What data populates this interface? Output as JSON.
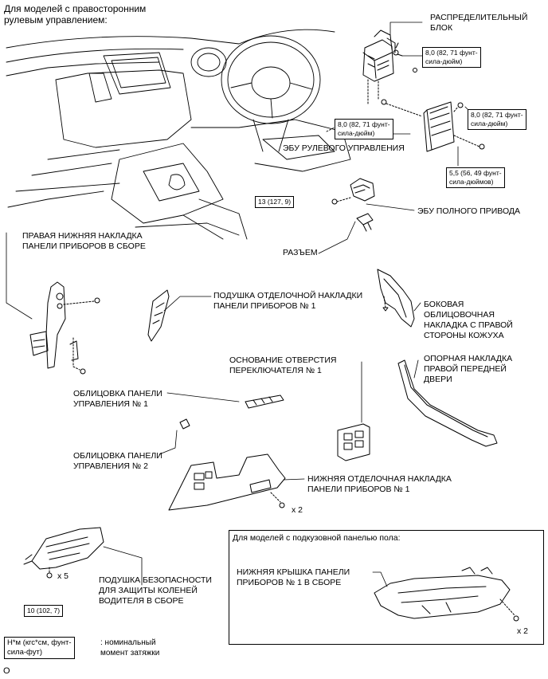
{
  "header": {
    "line1": "Для моделей с правосторонним",
    "line2": "рулевым управлением:"
  },
  "labels": {
    "junction_block": "РАСПРЕДЕЛИТЕЛЬНЫЙ\nБЛОК",
    "steering_ecu": "ЭБУ РУЛЕВОГО УПРАВЛЕНИЯ",
    "awd_ecu": "ЭБУ ПОЛНОГО ПРИВОДА",
    "connector": "РАЗЪЕМ",
    "rh_lower_panel": "ПРАВАЯ НИЖНЯЯ НАКЛАДКА\nПАНЕЛИ ПРИБОРОВ В СБОРЕ",
    "cushion_panel": "ПОДУШКА ОТДЕЛОЧНОЙ НАКЛАДКИ\nПАНЕЛИ ПРИБОРОВ № 1",
    "cowl_side_trim": "БОКОВАЯ\nОБЛИЦОВОЧНАЯ\nНАКЛАДКА С ПРАВОЙ\nСТОРОНЫ КОЖУХА",
    "switch_hole_base": "ОСНОВАНИЕ ОТВЕРСТИЯ\nПЕРЕКЛЮЧАТЕЛЯ № 1",
    "door_scuff_plate": "ОПОРНАЯ НАКЛАДКА\nПРАВОЙ ПЕРЕДНЕЙ\nДВЕРИ",
    "control_panel_1": "ОБЛИЦОВКА ПАНЕЛИ\nУПРАВЛЕНИЯ № 1",
    "control_panel_2": "ОБЛИЦОВКА ПАНЕЛИ\nУПРАВЛЕНИЯ № 2",
    "lower_finish_panel": "НИЖНЯЯ ОТДЕЛОЧНАЯ НАКЛАДКА\nПАНЕЛИ ПРИБОРОВ № 1",
    "knee_airbag": "ПОДУШКА БЕЗОПАСНОСТИ\nДЛЯ ЗАЩИТЫ КОЛЕНЕЙ\nВОДИТЕЛЯ В СБОРЕ",
    "lower_cover": "НИЖНЯЯ КРЫШКА ПАНЕЛИ\nПРИБОРОВ № 1 В СБОРЕ"
  },
  "torque": {
    "jb_bolts": "8,0 (82, 71 фунт-\nсила-дюйм)",
    "steer_left": "8,0 (82, 71 фунт-\nсила-дюйм)",
    "steer_right": "8,0 (82, 71 фунт-\nсила-дюйм)",
    "steer_screw": "5,5 (56, 49 фунт-\nсила-дюймов)",
    "awd_nut": "13 (127, 9)",
    "knee_bolt": "10 (102, 7)"
  },
  "quantities": {
    "lower_panel_screws": "x 2",
    "knee_bolts": "x 5",
    "lower_cover_screws": "x 2"
  },
  "inset": {
    "title": "Для моделей с подкузовной панелью пола:"
  },
  "legend": {
    "symbol": "Н*м (кгс*см, фунт-\nсила-фут)",
    "description": ": номинальный\nмомент затяжки"
  },
  "footer": {
    "code": "О"
  }
}
